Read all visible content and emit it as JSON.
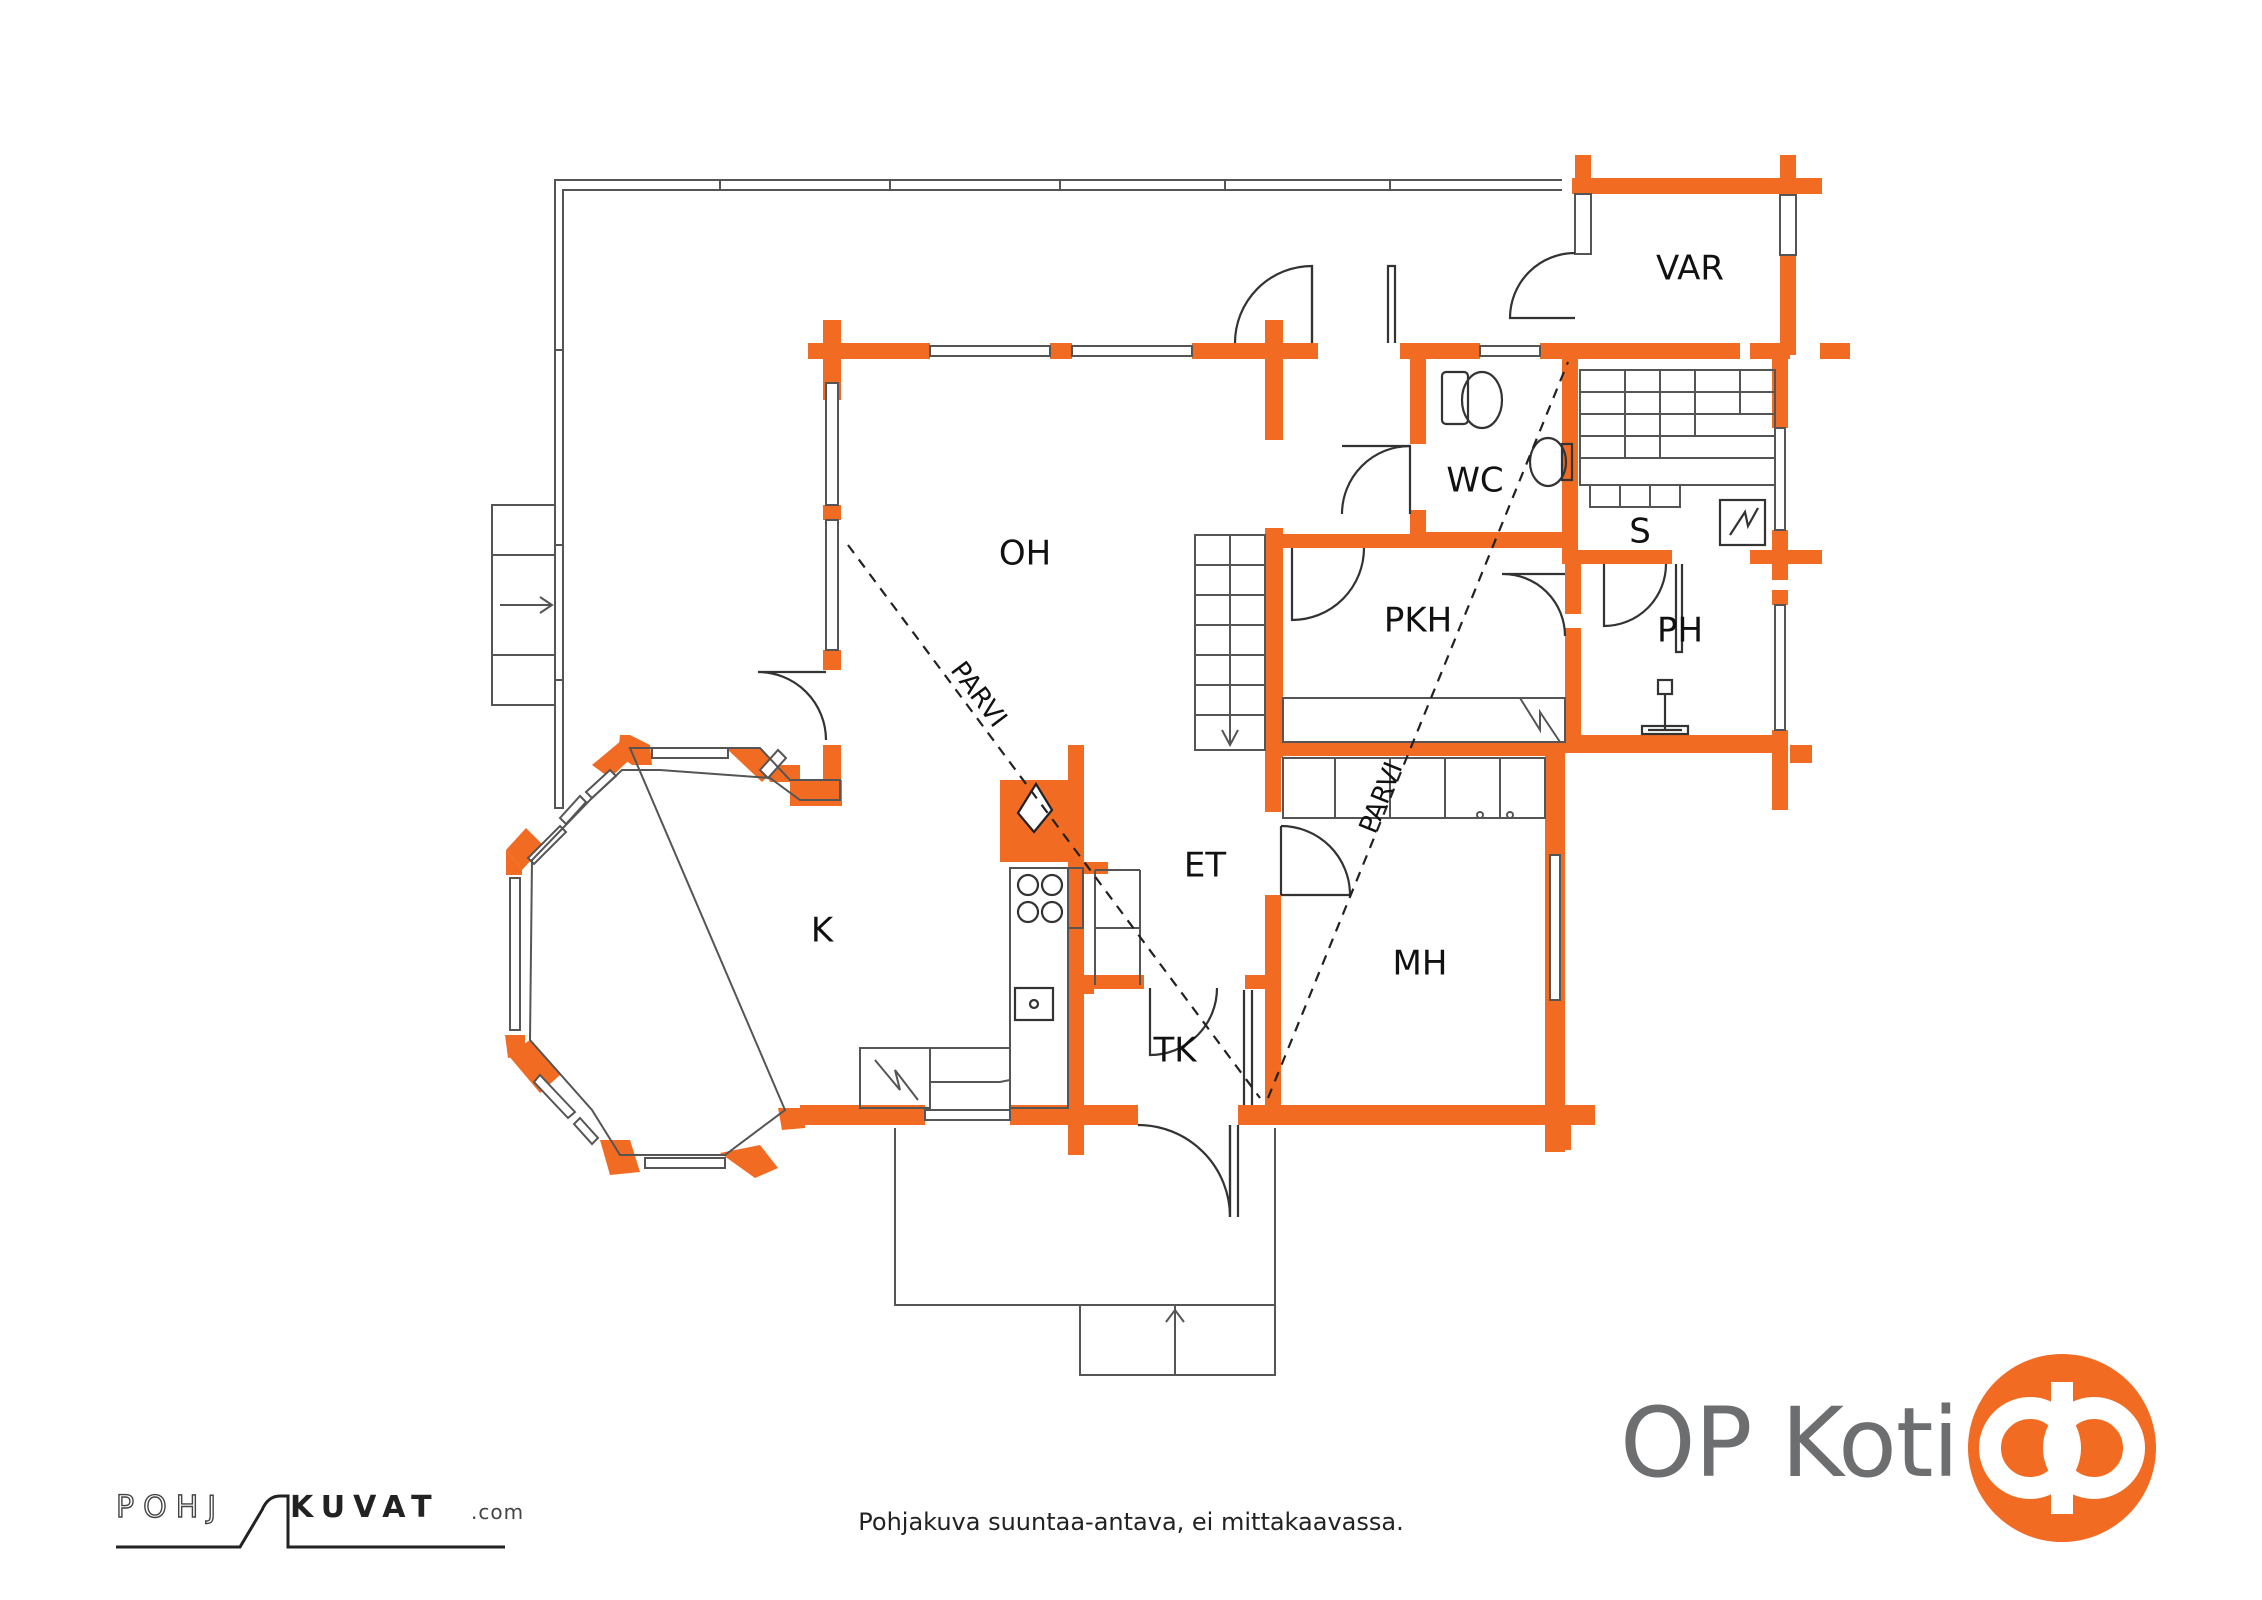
{
  "rooms": {
    "var": "VAR",
    "wc": "WC",
    "oh": "OH",
    "s": "S",
    "pkh": "PKH",
    "ph": "PH",
    "et": "ET",
    "k": "K",
    "mh": "MH",
    "tk": "TK"
  },
  "loft_labels": [
    "PARVI",
    "PARVI"
  ],
  "brand": {
    "name": "OP Koti",
    "color": "#f26b22",
    "text_color": "#6d6e70"
  },
  "footer": {
    "caption": "Pohjakuva suuntaa-antava, ei mittakaavassa.",
    "logo_left": "POHJ",
    "logo_right": "KUVAT",
    "logo_domain": ".com"
  },
  "colors": {
    "wall": "#f26b22",
    "line": "#555555"
  }
}
